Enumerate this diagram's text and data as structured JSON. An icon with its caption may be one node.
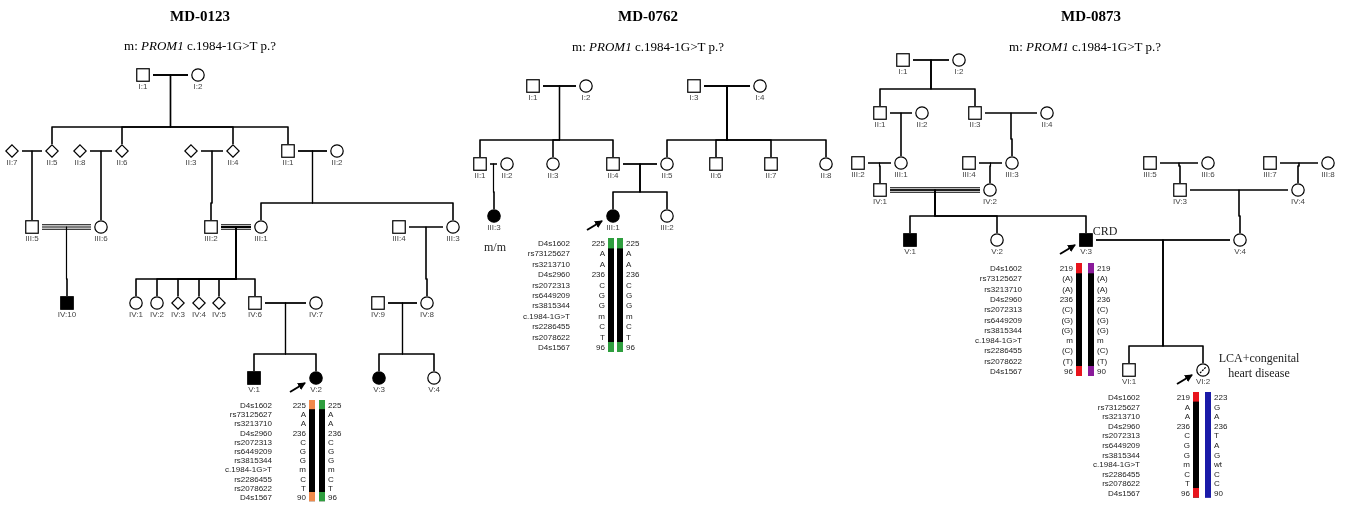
{
  "diagram": {
    "nodes": [
      {
        "text": [
          "I:1"
        ]
      },
      {
        "text": [
          "I:2"
        ]
      },
      {
        "text": [
          "II:7"
        ]
      },
      {
        "text": [
          "II:5"
        ]
      },
      {
        "text": [
          "II:8"
        ]
      },
      {
        "text": [
          "II:6"
        ]
      },
      {
        "text": [
          "II:3"
        ]
      },
      {
        "text": [
          "II:4"
        ]
      },
      {
        "text": [
          "II:1"
        ]
      },
      {
        "text": [
          "II:2"
        ]
      },
      {
        "text": [
          "III:5"
        ]
      },
      {
        "text": [
          "III:6"
        ]
      },
      {
        "text": [
          "III:2"
        ]
      },
      {
        "text": [
          "III:1"
        ]
      },
      {
        "text": [
          "III:4"
        ]
      },
      {
        "text": [
          "III:3"
        ]
      },
      {
        "text": [
          "IV:10"
        ]
      },
      {
        "text": [
          "IV:1"
        ]
      },
      {
        "text": [
          "IV:2"
        ]
      },
      {
        "text": [
          "IV:3"
        ]
      },
      {
        "text": [
          "IV:4"
        ]
      },
      {
        "text": [
          "IV:5"
        ]
      },
      {
        "text": [
          "IV:6"
        ]
      },
      {
        "text": [
          "IV:7"
        ]
      },
      {
        "text": [
          "IV:9"
        ]
      },
      {
        "text": [
          "IV:8"
        ]
      },
      {
        "text": [
          "V:1"
        ]
      },
      {
        "text": [
          "V:2"
        ]
      },
      {
        "text": [
          "V:3"
        ]
      },
      {
        "text": [
          "V:4"
        ]
      },
      {
        "text": [
          "I:1"
        ]
      },
      {
        "text": [
          "I:2"
        ]
      },
      {
        "text": [
          "I:3"
        ]
      },
      {
        "text": [
          "I:4"
        ]
      },
      {
        "text": [
          "II:1"
        ]
      },
      {
        "text": [
          "II:2"
        ]
      },
      {
        "text": [
          "II:3"
        ]
      },
      {
        "text": [
          "II:4"
        ]
      },
      {
        "text": [
          "II:5"
        ]
      },
      {
        "text": [
          "II:6"
        ]
      },
      {
        "text": [
          "II:7"
        ]
      },
      {
        "text": [
          "II:8"
        ]
      },
      {
        "text": [
          "III:3"
        ],
        "beside": [
          "m/m"
        ]
      },
      {
        "text": [
          "III:1"
        ]
      },
      {
        "text": [
          "III:2"
        ]
      },
      {
        "text": [
          "I:1"
        ]
      },
      {
        "text": [
          "I:2"
        ]
      },
      {
        "text": [
          "II:1"
        ]
      },
      {
        "text": [
          "II:2"
        ]
      },
      {
        "text": [
          "II:3"
        ]
      },
      {
        "text": [
          "II:4"
        ]
      },
      {
        "text": [
          "III:2"
        ]
      },
      {
        "text": [
          "III:1"
        ]
      },
      {
        "text": [
          "III:4"
        ]
      },
      {
        "text": [
          "III:3"
        ]
      },
      {
        "text": [
          "III:5"
        ]
      },
      {
        "text": [
          "III:6"
        ]
      },
      {
        "text": [
          "III:7"
        ]
      },
      {
        "text": [
          "III:8"
        ]
      },
      {
        "text": [
          "IV:1"
        ]
      },
      {
        "text": [
          "IV:2"
        ]
      },
      {
        "text": [
          "IV:3"
        ]
      },
      {
        "text": [
          "IV:4"
        ]
      },
      {
        "text": [
          "V:1"
        ]
      },
      {
        "text": [
          "V:2"
        ]
      },
      {
        "text": [
          "V:3"
        ],
        "beside": [
          "CRD"
        ]
      },
      {
        "text": [
          "V:4"
        ]
      },
      {
        "text": [
          "VI:1"
        ]
      },
      {
        "text": [
          "VI:2"
        ],
        "beside": [
          "LCA+congenital heart disease"
        ]
      }
    ],
    "edges": [
      {
        "from": 0,
        "to": 1,
        "arrow": "none"
      },
      {
        "from": 0,
        "to": 3,
        "arrow": "none"
      },
      {
        "from": 1,
        "to": 3,
        "arrow": "none"
      },
      {
        "from": 0,
        "to": 5,
        "arrow": "none"
      },
      {
        "from": 1,
        "to": 5,
        "arrow": "none"
      },
      {
        "from": 0,
        "to": 7,
        "arrow": "none"
      },
      {
        "from": 1,
        "to": 7,
        "arrow": "none"
      },
      {
        "from": 0,
        "to": 8,
        "arrow": "none"
      },
      {
        "from": 1,
        "to": 8,
        "arrow": "none"
      },
      {
        "from": 2,
        "to": 3,
        "arrow": "none"
      },
      {
        "from": 2,
        "to": 10,
        "arrow": "none"
      },
      {
        "from": 3,
        "to": 10,
        "arrow": "none"
      },
      {
        "from": 4,
        "to": 5,
        "arrow": "none"
      },
      {
        "from": 4,
        "to": 11,
        "arrow": "none"
      },
      {
        "from": 5,
        "to": 11,
        "arrow": "none"
      },
      {
        "from": 6,
        "to": 7,
        "arrow": "none"
      },
      {
        "from": 6,
        "to": 12,
        "arrow": "none"
      },
      {
        "from": 7,
        "to": 12,
        "arrow": "none"
      },
      {
        "from": 8,
        "to": 9,
        "arrow": "none"
      },
      {
        "from": 8,
        "to": 13,
        "arrow": "none"
      },
      {
        "from": 9,
        "to": 13,
        "arrow": "none"
      },
      {
        "from": 8,
        "to": 15,
        "arrow": "none"
      },
      {
        "from": 9,
        "to": 15,
        "arrow": "none"
      },
      {
        "from": 10,
        "to": 11,
        "arrow": "none"
      },
      {
        "from": 10,
        "to": 16,
        "arrow": "none"
      },
      {
        "from": 11,
        "to": 16,
        "arrow": "none"
      },
      {
        "from": 12,
        "to": 13,
        "arrow": "none"
      },
      {
        "from": 12,
        "to": 17,
        "arrow": "none"
      },
      {
        "from": 13,
        "to": 17,
        "arrow": "none"
      },
      {
        "from": 12,
        "to": 18,
        "arrow": "none"
      },
      {
        "from": 13,
        "to": 18,
        "arrow": "none"
      },
      {
        "from": 12,
        "to": 19,
        "arrow": "none"
      },
      {
        "from": 13,
        "to": 19,
        "arrow": "none"
      },
      {
        "from": 12,
        "to": 20,
        "arrow": "none"
      },
      {
        "from": 13,
        "to": 20,
        "arrow": "none"
      },
      {
        "from": 12,
        "to": 21,
        "arrow": "none"
      },
      {
        "from": 13,
        "to": 21,
        "arrow": "none"
      },
      {
        "from": 12,
        "to": 22,
        "arrow": "none"
      },
      {
        "from": 13,
        "to": 22,
        "arrow": "none"
      },
      {
        "from": 14,
        "to": 15,
        "arrow": "none"
      },
      {
        "from": 14,
        "to": 25,
        "arrow": "none"
      },
      {
        "from": 15,
        "to": 25,
        "arrow": "none"
      },
      {
        "from": 22,
        "to": 23,
        "arrow": "none"
      },
      {
        "from": 22,
        "to": 26,
        "arrow": "none"
      },
      {
        "from": 23,
        "to": 26,
        "arrow": "none"
      },
      {
        "from": 22,
        "to": 27,
        "arrow": "none"
      },
      {
        "from": 23,
        "to": 27,
        "arrow": "none"
      },
      {
        "from": 24,
        "to": 25,
        "arrow": "none"
      },
      {
        "from": 24,
        "to": 28,
        "arrow": "none"
      },
      {
        "from": 25,
        "to": 28,
        "arrow": "none"
      },
      {
        "from": 24,
        "to": 29,
        "arrow": "none"
      },
      {
        "from": 25,
        "to": 29,
        "arrow": "none"
      },
      {
        "from": null,
        "to": 27,
        "arrow": "to"
      },
      {
        "from": 30,
        "to": 31,
        "arrow": "none"
      },
      {
        "from": 30,
        "to": 34,
        "arrow": "none"
      },
      {
        "from": 31,
        "to": 34,
        "arrow": "none"
      },
      {
        "from": 30,
        "to": 36,
        "arrow": "none"
      },
      {
        "from": 31,
        "to": 36,
        "arrow": "none"
      },
      {
        "from": 30,
        "to": 37,
        "arrow": "none"
      },
      {
        "from": 31,
        "to": 37,
        "arrow": "none"
      },
      {
        "from": 32,
        "to": 33,
        "arrow": "none"
      },
      {
        "from": 32,
        "to": 38,
        "arrow": "none"
      },
      {
        "from": 33,
        "to": 38,
        "arrow": "none"
      },
      {
        "from": 32,
        "to": 39,
        "arrow": "none"
      },
      {
        "from": 33,
        "to": 39,
        "arrow": "none"
      },
      {
        "from": 32,
        "to": 40,
        "arrow": "none"
      },
      {
        "from": 33,
        "to": 40,
        "arrow": "none"
      },
      {
        "from": 32,
        "to": 41,
        "arrow": "none"
      },
      {
        "from": 33,
        "to": 41,
        "arrow": "none"
      },
      {
        "from": 34,
        "to": 35,
        "arrow": "none"
      },
      {
        "from": 34,
        "to": 42,
        "arrow": "none"
      },
      {
        "from": 35,
        "to": 42,
        "arrow": "none"
      },
      {
        "from": 37,
        "to": 38,
        "arrow": "none"
      },
      {
        "from": 37,
        "to": 43,
        "arrow": "none"
      },
      {
        "from": 38,
        "to": 43,
        "arrow": "none"
      },
      {
        "from": 37,
        "to": 44,
        "arrow": "none"
      },
      {
        "from": 38,
        "to": 44,
        "arrow": "none"
      },
      {
        "from": null,
        "to": 43,
        "arrow": "to"
      },
      {
        "from": 45,
        "to": 46,
        "arrow": "none"
      },
      {
        "from": 45,
        "to": 47,
        "arrow": "none"
      },
      {
        "from": 46,
        "to": 47,
        "arrow": "none"
      },
      {
        "from": 45,
        "to": 49,
        "arrow": "none"
      },
      {
        "from": 46,
        "to": 49,
        "arrow": "none"
      },
      {
        "from": 47,
        "to": 48,
        "arrow": "none"
      },
      {
        "from": 47,
        "to": 52,
        "arrow": "none"
      },
      {
        "from": 48,
        "to": 52,
        "arrow": "none"
      },
      {
        "from": 49,
        "to": 50,
        "arrow": "none"
      },
      {
        "from": 49,
        "to": 54,
        "arrow": "none"
      },
      {
        "from": 50,
        "to": 54,
        "arrow": "none"
      },
      {
        "from": 51,
        "to": 52,
        "arrow": "none"
      },
      {
        "from": 51,
        "to": 59,
        "arrow": "none"
      },
      {
        "from": 52,
        "to": 59,
        "arrow": "none"
      },
      {
        "from": 53,
        "to": 54,
        "arrow": "none"
      },
      {
        "from": 53,
        "to": 60,
        "arrow": "none"
      },
      {
        "from": 54,
        "to": 60,
        "arrow": "none"
      },
      {
        "from": 59,
        "to": 60,
        "arrow": "none"
      },
      {
        "from": 59,
        "to": 63,
        "arrow": "none"
      },
      {
        "from": 60,
        "to": 63,
        "arrow": "none"
      },
      {
        "from": 59,
        "to": 64,
        "arrow": "none"
      },
      {
        "from": 60,
        "to": 64,
        "arrow": "none"
      },
      {
        "from": 59,
        "to": 65,
        "arrow": "none"
      },
      {
        "from": 60,
        "to": 65,
        "arrow": "none"
      },
      {
        "from": 55,
        "to": 56,
        "arrow": "none"
      },
      {
        "from": 55,
        "to": 61,
        "arrow": "none"
      },
      {
        "from": 56,
        "to": 61,
        "arrow": "none"
      },
      {
        "from": 57,
        "to": 58,
        "arrow": "none"
      },
      {
        "from": 57,
        "to": 62,
        "arrow": "none"
      },
      {
        "from": 58,
        "to": 62,
        "arrow": "none"
      },
      {
        "from": 61,
        "to": 62,
        "arrow": "none"
      },
      {
        "from": 61,
        "to": 66,
        "arrow": "none"
      },
      {
        "from": 62,
        "to": 66,
        "arrow": "none"
      },
      {
        "from": 65,
        "to": 66,
        "arrow": "none"
      },
      {
        "from": 65,
        "to": 67,
        "arrow": "none"
      },
      {
        "from": 66,
        "to": 67,
        "arrow": "none"
      },
      {
        "from": 65,
        "to": 68,
        "arrow": "none"
      },
      {
        "from": 66,
        "to": 68,
        "arrow": "none"
      },
      {
        "from": null,
        "to": 65,
        "arrow": "to"
      },
      {
        "from": null,
        "to": 68,
        "arrow": "to"
      }
    ],
    "labels": [
      "MD-0123",
      "m: *PROM1* c.1984-1G>T p.?",
      "D4s1602",
      "225",
      "225",
      "rs73125627",
      "A",
      "A",
      "rs3213710",
      "A",
      "A",
      "D4s2960",
      "236",
      "236",
      "rs2072313",
      "C",
      "C",
      "rs6449209",
      "G",
      "G",
      "rs3815344",
      "G",
      "G",
      "c.1984-1G>T",
      "m",
      "m",
      "rs2286455",
      "C",
      "C",
      "rs2078622",
      "T",
      "T",
      "D4s1567",
      "90",
      "96",
      "MD-0762",
      "m: *PROM1* c.1984-1G>T p.?",
      "D4s1602",
      "225",
      "225",
      "rs73125627",
      "A",
      "A",
      "rs3213710",
      "A",
      "A",
      "D4s2960",
      "236",
      "236",
      "rs2072313",
      "C",
      "C",
      "rs6449209",
      "G",
      "G",
      "rs3815344",
      "G",
      "G",
      "c.1984-1G>T",
      "m",
      "m",
      "rs2286455",
      "C",
      "C",
      "rs2078622",
      "T",
      "T",
      "D4s1567",
      "96",
      "96",
      "MD-0873",
      "m: *PROM1* c.1984-1G>T p.?",
      "D4s1602",
      "219",
      "219",
      "rs73125627",
      "(A)",
      "(A)",
      "rs3213710",
      "(A)",
      "(A)",
      "D4s2960",
      "236",
      "236",
      "rs2072313",
      "(C)",
      "(C)",
      "rs6449209",
      "(G)",
      "(G)",
      "rs3815344",
      "(G)",
      "(G)",
      "c.1984-1G>T",
      "m",
      "m",
      "rs2286455",
      "(C)",
      "(C)",
      "rs2078622",
      "(T)",
      "(T)",
      "D4s1567",
      "96",
      "90",
      "D4s1602",
      "219",
      "223",
      "rs73125627",
      "A",
      "G",
      "rs3213710",
      "A",
      "A",
      "D4s2960",
      "236",
      "236",
      "rs2072313",
      "C",
      "T",
      "rs6449209",
      "G",
      "A",
      "rs3815344",
      "G",
      "G",
      "c.1984-1G>T",
      "m",
      "wt",
      "rs2286455",
      "C",
      "C",
      "rs2078622",
      "T",
      "C",
      "D4s1567",
      "96",
      "90"
    ]
  }
}
